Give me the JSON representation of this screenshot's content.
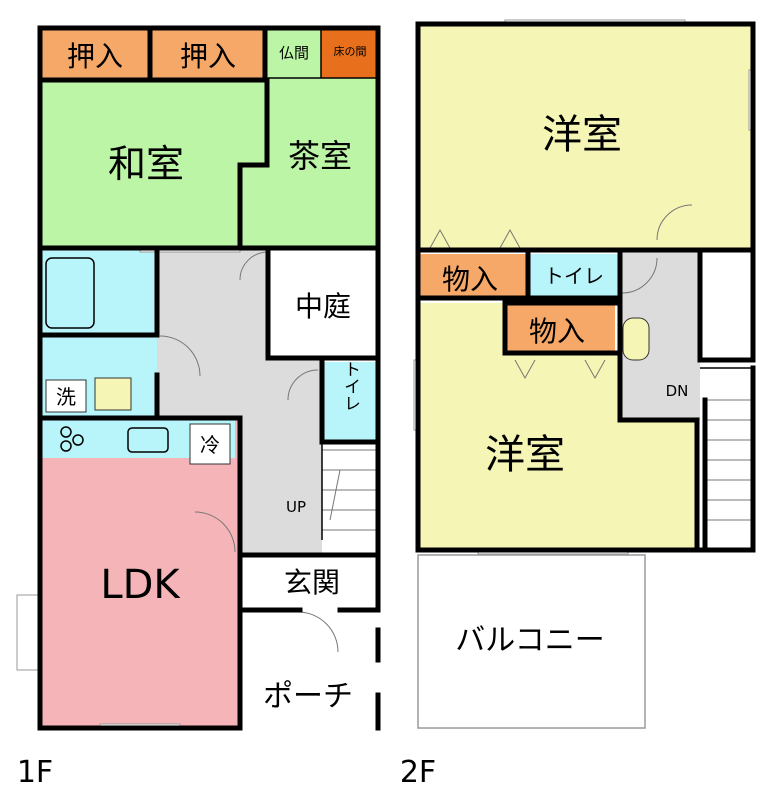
{
  "floor1": {
    "label": "1F",
    "rooms": {
      "oshiire_1": "押入",
      "oshiire_2": "押入",
      "butsuma": "仏間",
      "tokonoma": "床の間",
      "washitsu": "和室",
      "chashitsu": "茶室",
      "nakaniwa": "中庭",
      "toilet": "トイレ",
      "sentaku": "洗",
      "reizoko": "冷",
      "stairs_up": "UP",
      "ldk": "LDK",
      "genkan": "玄関",
      "porch": "ポーチ"
    }
  },
  "floor2": {
    "label": "2F",
    "rooms": {
      "yoshitsu_1": "洋室",
      "monoire_1": "物入",
      "toilet": "トイレ",
      "monoire_2": "物入",
      "yoshitsu_2": "洋室",
      "stairs_down": "DN",
      "balcony": "バルコニー"
    }
  },
  "colors": {
    "storage": "#f5a868",
    "tatami": "#bdf5a6",
    "wet_area": "#b7f5fa",
    "hall": "#dcdcdc",
    "ldk": "#f5b5b8",
    "western": "#f5f5b5",
    "tokonoma": "#e8701c",
    "wall": "#000000"
  }
}
